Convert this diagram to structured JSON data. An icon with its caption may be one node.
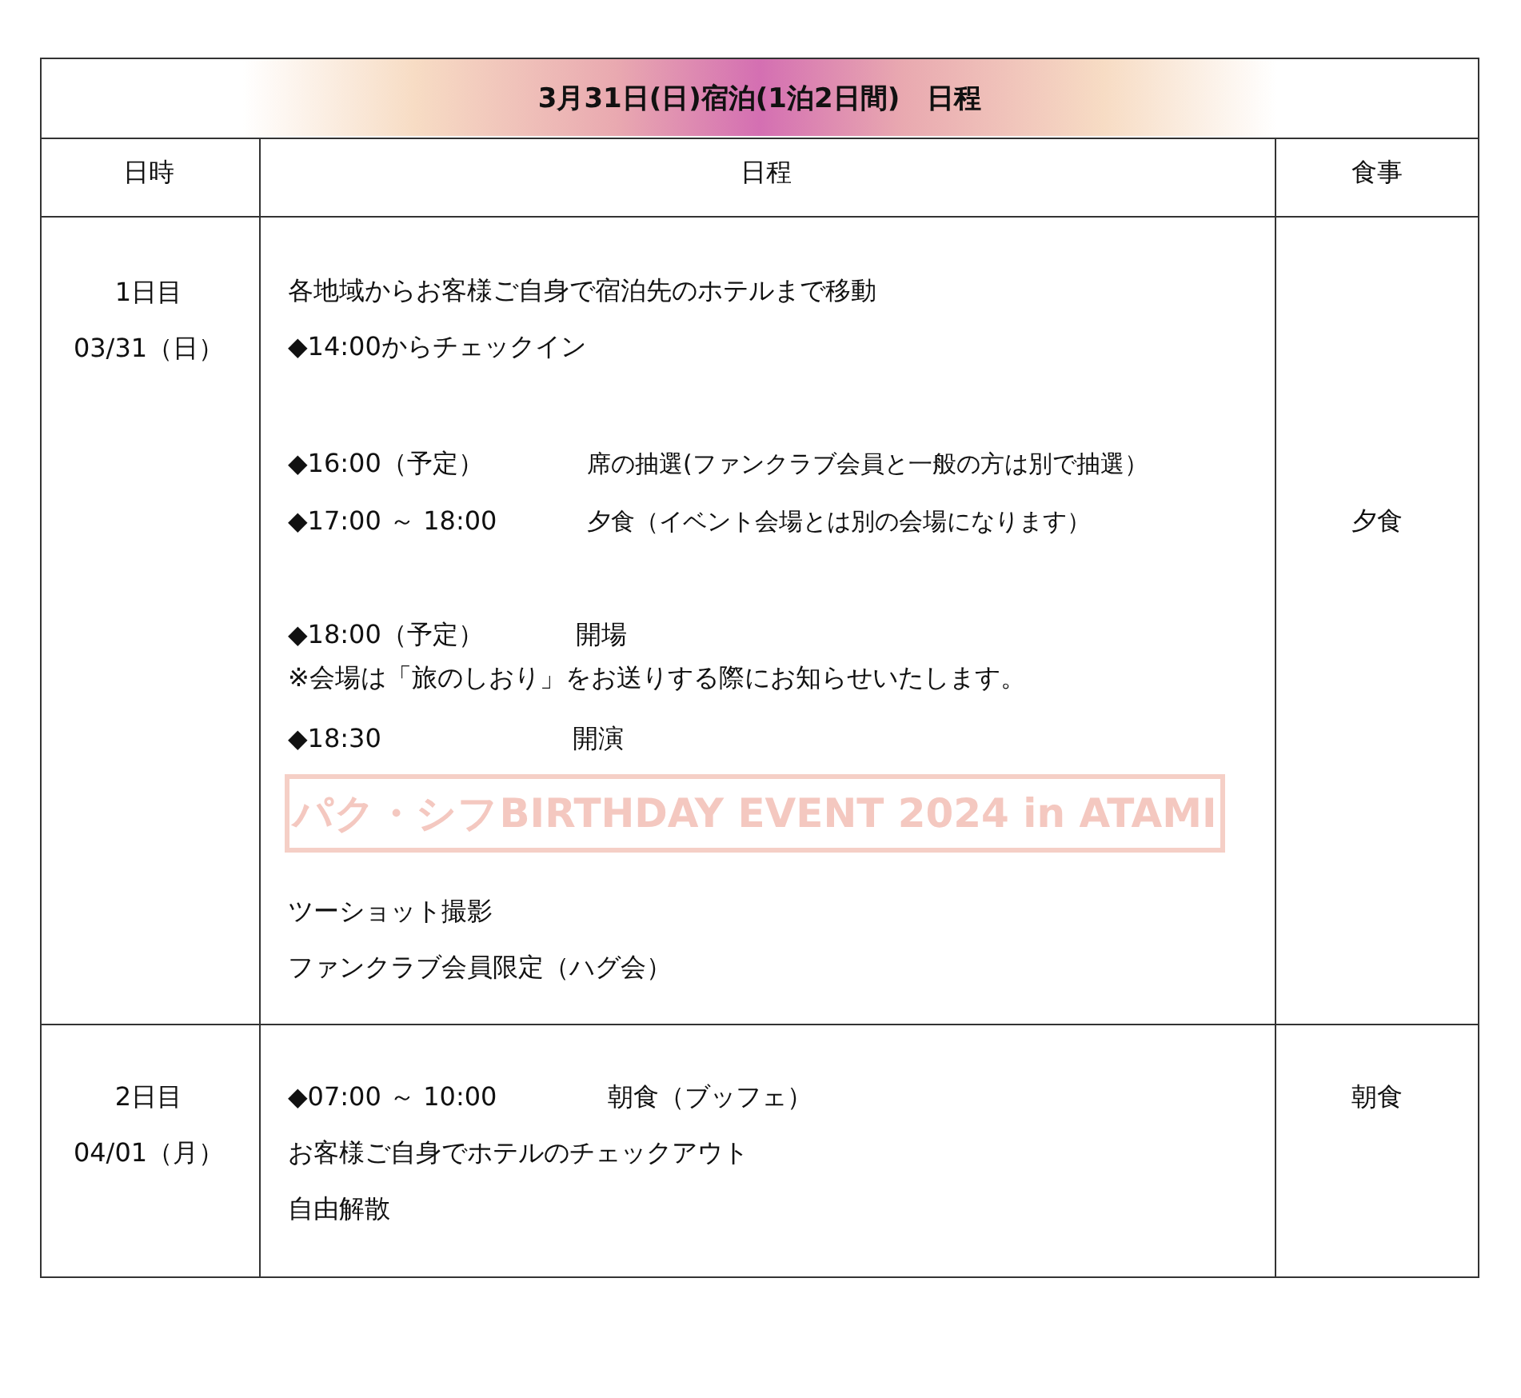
{
  "diagram": {
    "title": "3月31日(日)宿泊(1泊2日間)　日程",
    "nodes": [
      {
        "text": [
          "パク・シフBIRTHDAY EVENT 2024 in ATAMI"
        ]
      }
    ],
    "labels": [
      "日時",
      "日程",
      "食事",
      "1日目",
      "03/31（日）",
      "各地域からお客様ご自身で宿泊先のホテルまで移動",
      "◆14:00からチェックイン",
      "◆16:00（予定）",
      "席の抽選(ファンクラブ会員と一般の方は別で抽選）",
      "◆17:00 ～ 18:00",
      "夕食（イベント会場とは別の会場になります）",
      "◆18:00（予定）",
      "開場",
      "※会場は「旅のしおり」をお送りする際にお知らせいたします。",
      "◆18:30",
      "開演",
      "ツーショット撮影",
      "ファンクラブ会員限定（ハグ会）",
      "夕食",
      "2日目",
      "04/01（月）",
      "◆07:00 ～ 10:00",
      "朝食（ブッフェ）",
      "お客様ご自身でホテルのチェックアウト",
      "自由解散",
      "朝食"
    ]
  }
}
